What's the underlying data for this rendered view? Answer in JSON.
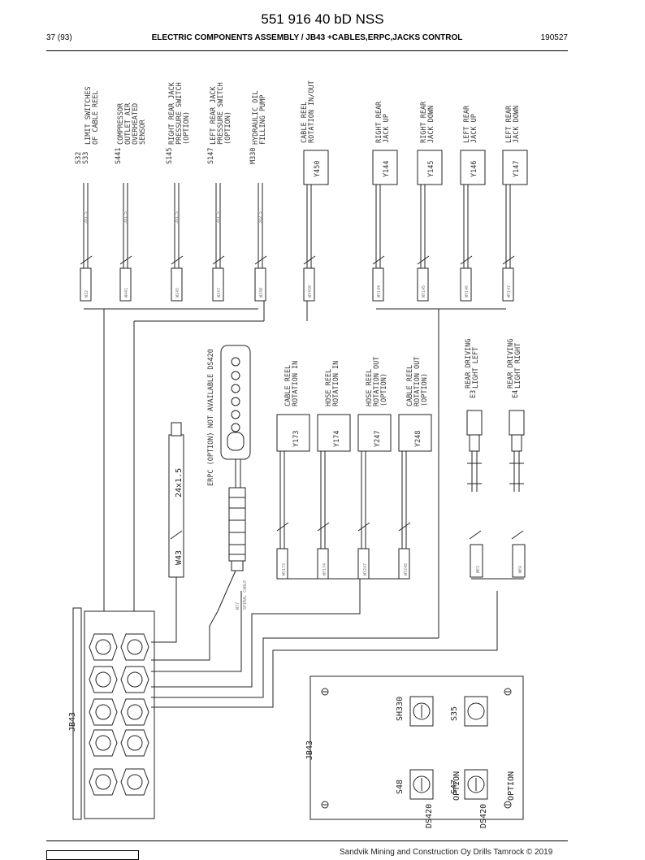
{
  "header": {
    "title": "551 916 40 bD NSS",
    "page": "37 (93)",
    "section": "ELECTRIC COMPONENTS ASSEMBLY / JB43 +CABLES,ERPC,JACKS CONTROL",
    "date": "190527"
  },
  "footer": {
    "text": "Sandvik Mining and Construction Oy Drills Tamrock © 2019"
  },
  "diagram": {
    "top_components": [
      {
        "code": "S32\nS33",
        "desc": "LIMIT SWITCHES\nOF CABLE REEL",
        "wire": "W32",
        "cable": "3x1.5"
      },
      {
        "code": "S441",
        "desc": "COMPRESSOR\nOUTLET AIR\nOVERHEATED\nSENSOR",
        "wire": "W441",
        "cable": "3x1.5"
      },
      {
        "code": "S145",
        "desc": "RIGHT REAR JACK\nPRESSURE SWITCH\n(OPTION)",
        "wire": "W145",
        "cable": "3x1.5"
      },
      {
        "code": "S147",
        "desc": "LEFT REAR JACK\nPRESSURE SWITCH\n(OPTION)",
        "wire": "W147",
        "cable": "3x1.5"
      },
      {
        "code": "M330",
        "desc": "HYDRAULIC OIL\nFILLING PUMP",
        "wire": "W330",
        "cable": "3x2.5"
      }
    ],
    "top_valves": [
      {
        "code": "Y450",
        "desc": "CABLE REEL\nROTATION IN/OUT",
        "wire": "WY450"
      },
      {
        "code": "Y144",
        "desc": "RIGHT REAR\nJACK UP",
        "wire": "WY144"
      },
      {
        "code": "Y145",
        "desc": "RIGHT REAR\nJACK DOWN",
        "wire": "WY145"
      },
      {
        "code": "Y146",
        "desc": "LEFT REAR\nJACK UP",
        "wire": "WY146"
      },
      {
        "code": "Y147",
        "desc": "LEFT REAR\nJACK DOWN",
        "wire": "WY147"
      }
    ],
    "mid_valves": [
      {
        "code": "Y173",
        "desc": "CABLE REEL\nROTATION IN",
        "wire": "WY173"
      },
      {
        "code": "Y174",
        "desc": "HOSE REEL\nROTATION IN",
        "wire": "WY174"
      },
      {
        "code": "Y247",
        "desc": "HOSE REEL\nROTATION OUT\n(OPTION)",
        "wire": "WY247"
      },
      {
        "code": "Y248",
        "desc": "CABLE REEL\nROTATION OUT\n(OPTION)",
        "wire": "WY248"
      }
    ],
    "lights": [
      {
        "code": "E3",
        "desc": "REAR DRIVING\nLIGHT LEFT",
        "wire": "WE3"
      },
      {
        "code": "E4",
        "desc": "REAR DRIVING\nLIGHT RIGHT",
        "wire": "WE4"
      }
    ],
    "erpc_label": "ERPC (OPTION) NOT AVAILABLE DS420",
    "erpc_wire": "W77\nSPIRAL CABLE",
    "main_cable": {
      "wire": "W43",
      "spec": "24x1.5"
    },
    "jb_label": "JB43",
    "panel": {
      "label": "JB43",
      "items": [
        {
          "code": "SH330",
          "option": ""
        },
        {
          "code": "S35",
          "option": ""
        },
        {
          "code": "S48",
          "option": "OPTION",
          "note": "DS420"
        },
        {
          "code": "S47",
          "option": "OPTION",
          "note": "DS420"
        }
      ]
    }
  }
}
